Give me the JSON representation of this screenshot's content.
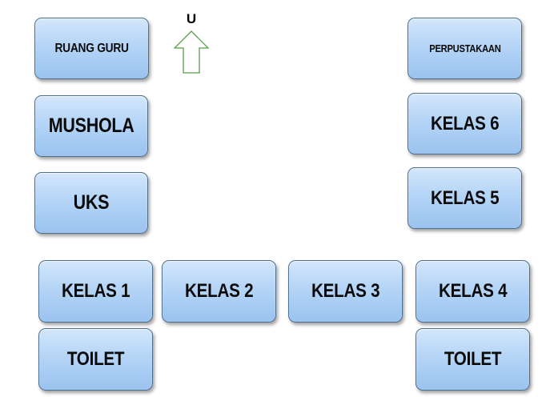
{
  "compass": {
    "letter": "U",
    "arrow_color": "#5a9e4a"
  },
  "rooms": {
    "ruang_guru": "RUANG GURU",
    "mushola": "MUSHOLA",
    "uks": "UKS",
    "perpustakaan": "PERPUSTAKAAN",
    "kelas_6": "KELAS 6",
    "kelas_5": "KELAS 5",
    "kelas_1": "KELAS 1",
    "kelas_2": "KELAS 2",
    "kelas_3": "KELAS 3",
    "kelas_4": "KELAS 4",
    "toilet_left": "TOILET",
    "toilet_right": "TOILET"
  },
  "colors": {
    "room_fill": "#b9d7f7",
    "room_border": "#4f6f8f",
    "text": "#0a0a0a"
  }
}
